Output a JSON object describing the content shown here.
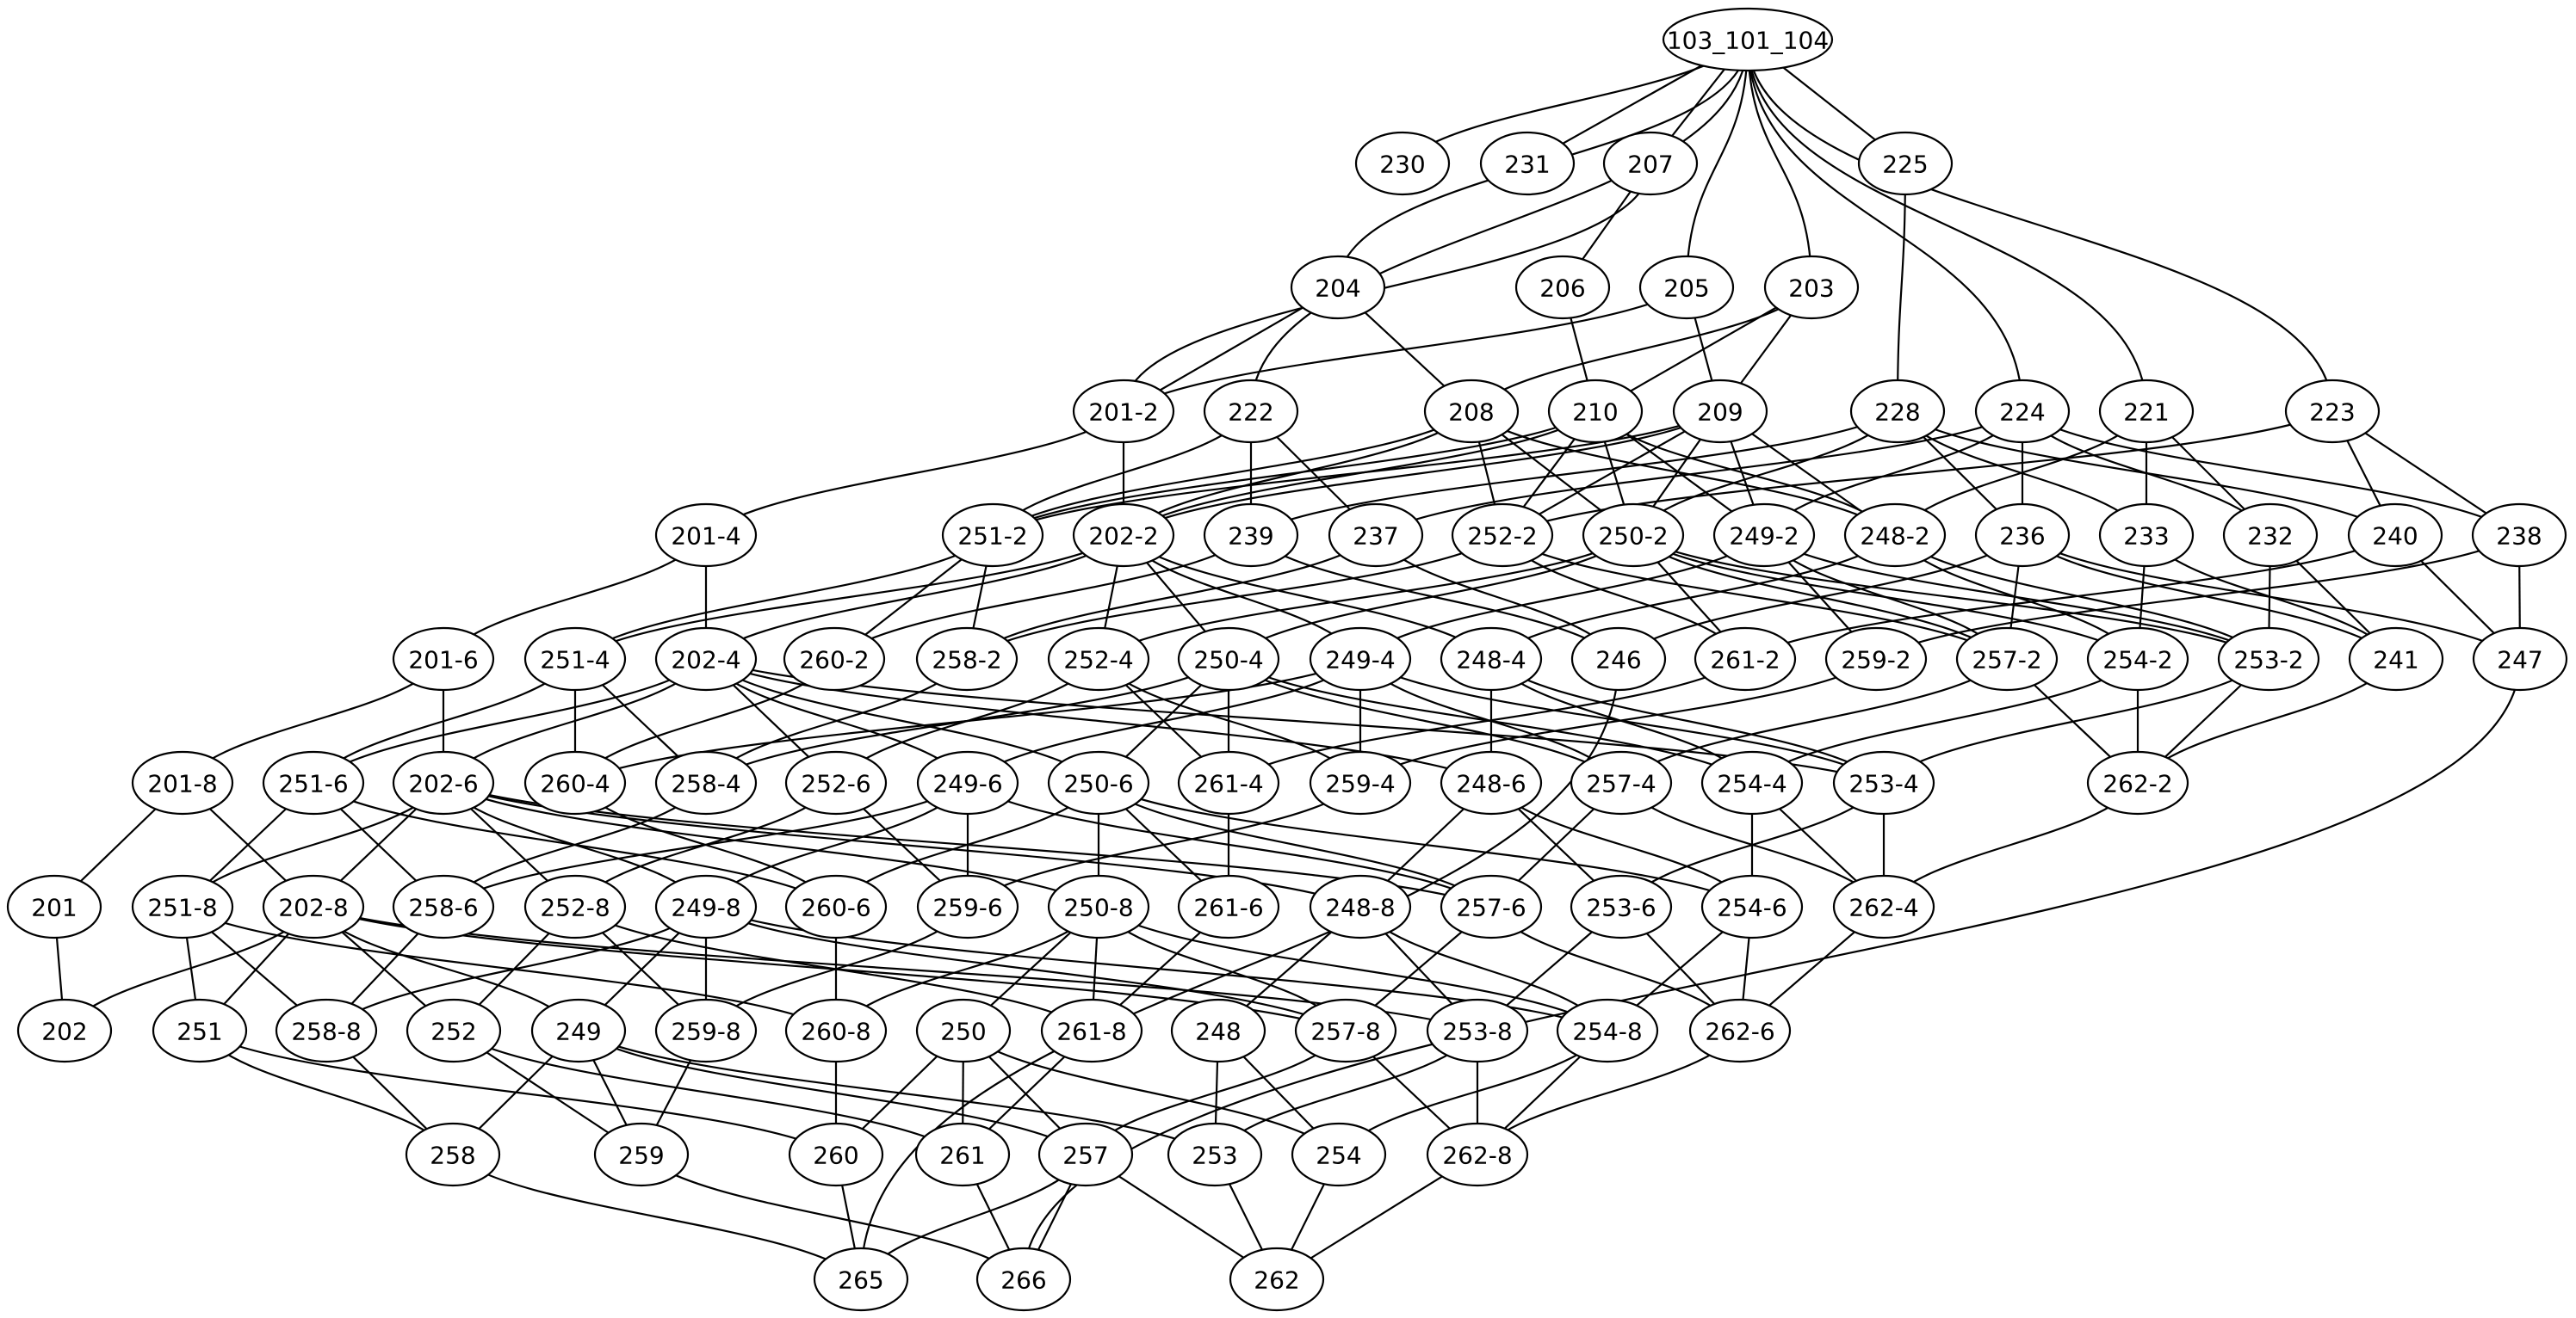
{
  "graph": {
    "nodes": [
      "103_101_104",
      "230",
      "231",
      "207",
      "225",
      "204",
      "206",
      "205",
      "203",
      "201-2",
      "222",
      "208",
      "210",
      "209",
      "228",
      "224",
      "221",
      "223",
      "201-4",
      "251-2",
      "202-2",
      "239",
      "237",
      "252-2",
      "250-2",
      "249-2",
      "248-2",
      "236",
      "233",
      "232",
      "240",
      "238",
      "201-6",
      "251-4",
      "202-4",
      "260-2",
      "258-2",
      "252-4",
      "250-4",
      "249-4",
      "248-4",
      "246",
      "261-2",
      "259-2",
      "257-2",
      "254-2",
      "253-2",
      "241",
      "247",
      "201-8",
      "251-6",
      "202-6",
      "260-4",
      "258-4",
      "252-6",
      "249-6",
      "250-6",
      "261-4",
      "259-4",
      "248-6",
      "257-4",
      "254-4",
      "253-4",
      "262-2",
      "201",
      "251-8",
      "202-8",
      "258-6",
      "252-8",
      "249-8",
      "260-6",
      "259-6",
      "250-8",
      "261-6",
      "248-8",
      "257-6",
      "253-6",
      "254-6",
      "262-4",
      "202",
      "251",
      "258-8",
      "252",
      "249",
      "259-8",
      "260-8",
      "250",
      "261-8",
      "248",
      "257-8",
      "253-8",
      "254-8",
      "262-6",
      "258",
      "259",
      "260",
      "261",
      "257",
      "253",
      "254",
      "262-8",
      "265",
      "266",
      "262"
    ],
    "edges": [
      [
        "103_101_104",
        "230"
      ],
      [
        "103_101_104",
        "231"
      ],
      [
        "103_101_104",
        "207"
      ],
      [
        "103_101_104",
        "225"
      ],
      [
        "103_101_104",
        "204"
      ],
      [
        "103_101_104",
        "222"
      ],
      [
        "103_101_104",
        "205"
      ],
      [
        "103_101_104",
        "203"
      ],
      [
        "103_101_104",
        "224"
      ],
      [
        "103_101_104",
        "221"
      ],
      [
        "103_101_104",
        "223"
      ],
      [
        "207",
        "201-2"
      ],
      [
        "207",
        "206"
      ],
      [
        "204",
        "201-2"
      ],
      [
        "204",
        "208"
      ],
      [
        "206",
        "210"
      ],
      [
        "205",
        "201-2"
      ],
      [
        "205",
        "209"
      ],
      [
        "203",
        "208"
      ],
      [
        "203",
        "210"
      ],
      [
        "203",
        "209"
      ],
      [
        "225",
        "228"
      ],
      [
        "201-2",
        "201-4"
      ],
      [
        "201-2",
        "202-2"
      ],
      [
        "222",
        "251-2"
      ],
      [
        "222",
        "239"
      ],
      [
        "222",
        "237"
      ],
      [
        "208",
        "251-2"
      ],
      [
        "208",
        "202-2"
      ],
      [
        "208",
        "252-2"
      ],
      [
        "208",
        "250-2"
      ],
      [
        "208",
        "248-2"
      ],
      [
        "210",
        "251-2"
      ],
      [
        "210",
        "202-2"
      ],
      [
        "210",
        "252-2"
      ],
      [
        "210",
        "250-2"
      ],
      [
        "210",
        "249-2"
      ],
      [
        "210",
        "248-2"
      ],
      [
        "209",
        "251-2"
      ],
      [
        "209",
        "202-2"
      ],
      [
        "209",
        "252-2"
      ],
      [
        "209",
        "250-2"
      ],
      [
        "209",
        "249-2"
      ],
      [
        "209",
        "248-2"
      ],
      [
        "228",
        "239"
      ],
      [
        "228",
        "250-2"
      ],
      [
        "228",
        "236"
      ],
      [
        "228",
        "233"
      ],
      [
        "228",
        "240"
      ],
      [
        "224",
        "237"
      ],
      [
        "224",
        "249-2"
      ],
      [
        "224",
        "236"
      ],
      [
        "224",
        "232"
      ],
      [
        "224",
        "238"
      ],
      [
        "221",
        "248-2"
      ],
      [
        "221",
        "233"
      ],
      [
        "221",
        "232"
      ],
      [
        "223",
        "252-2"
      ],
      [
        "223",
        "240"
      ],
      [
        "223",
        "238"
      ],
      [
        "201-4",
        "201-6"
      ],
      [
        "201-4",
        "202-4"
      ],
      [
        "251-2",
        "251-4"
      ],
      [
        "251-2",
        "260-2"
      ],
      [
        "251-2",
        "258-2"
      ],
      [
        "202-2",
        "251-4"
      ],
      [
        "202-2",
        "202-4"
      ],
      [
        "202-2",
        "252-4"
      ],
      [
        "202-2",
        "250-4"
      ],
      [
        "202-2",
        "249-4"
      ],
      [
        "202-2",
        "248-4"
      ],
      [
        "239",
        "260-2"
      ],
      [
        "239",
        "246"
      ],
      [
        "237",
        "258-2"
      ],
      [
        "237",
        "246"
      ],
      [
        "252-2",
        "258-2"
      ],
      [
        "252-2",
        "261-2"
      ],
      [
        "252-2",
        "257-2"
      ],
      [
        "250-2",
        "252-4"
      ],
      [
        "250-2",
        "250-4"
      ],
      [
        "250-2",
        "261-2"
      ],
      [
        "250-2",
        "257-2"
      ],
      [
        "250-2",
        "254-2"
      ],
      [
        "250-2",
        "253-2"
      ],
      [
        "249-2",
        "249-4"
      ],
      [
        "249-2",
        "259-2"
      ],
      [
        "249-2",
        "257-2"
      ],
      [
        "249-2",
        "253-2"
      ],
      [
        "248-2",
        "248-4"
      ],
      [
        "248-2",
        "254-2"
      ],
      [
        "248-2",
        "253-2"
      ],
      [
        "236",
        "246"
      ],
      [
        "236",
        "257-2"
      ],
      [
        "236",
        "241"
      ],
      [
        "236",
        "247"
      ],
      [
        "233",
        "254-2"
      ],
      [
        "233",
        "241"
      ],
      [
        "232",
        "253-2"
      ],
      [
        "232",
        "241"
      ],
      [
        "240",
        "261-2"
      ],
      [
        "240",
        "247"
      ],
      [
        "238",
        "259-2"
      ],
      [
        "238",
        "247"
      ],
      [
        "246",
        "265"
      ],
      [
        "247",
        "266"
      ],
      [
        "201-6",
        "201-8"
      ],
      [
        "201-6",
        "202-6"
      ],
      [
        "251-4",
        "251-6"
      ],
      [
        "251-4",
        "260-4"
      ],
      [
        "251-4",
        "258-4"
      ],
      [
        "202-4",
        "251-6"
      ],
      [
        "202-4",
        "202-6"
      ],
      [
        "202-4",
        "252-6"
      ],
      [
        "202-4",
        "249-6"
      ],
      [
        "202-4",
        "250-6"
      ],
      [
        "202-4",
        "248-6"
      ],
      [
        "202-4",
        "253-4"
      ],
      [
        "260-2",
        "260-4"
      ],
      [
        "258-2",
        "258-4"
      ],
      [
        "252-4",
        "252-6"
      ],
      [
        "252-4",
        "261-4"
      ],
      [
        "252-4",
        "259-4"
      ],
      [
        "250-4",
        "258-4"
      ],
      [
        "250-4",
        "250-6"
      ],
      [
        "250-4",
        "261-4"
      ],
      [
        "250-4",
        "257-4"
      ],
      [
        "250-4",
        "254-4"
      ],
      [
        "249-4",
        "260-4"
      ],
      [
        "249-4",
        "249-6"
      ],
      [
        "249-4",
        "259-4"
      ],
      [
        "249-4",
        "257-4"
      ],
      [
        "249-4",
        "253-4"
      ],
      [
        "248-4",
        "248-6"
      ],
      [
        "248-4",
        "254-4"
      ],
      [
        "248-4",
        "253-4"
      ],
      [
        "261-2",
        "261-4"
      ],
      [
        "259-2",
        "259-4"
      ],
      [
        "257-2",
        "257-4"
      ],
      [
        "257-2",
        "262-2"
      ],
      [
        "254-2",
        "254-4"
      ],
      [
        "254-2",
        "262-2"
      ],
      [
        "253-2",
        "253-4"
      ],
      [
        "253-2",
        "262-2"
      ],
      [
        "241",
        "262-2"
      ],
      [
        "201-8",
        "201"
      ],
      [
        "201-8",
        "202-8"
      ],
      [
        "251-6",
        "251-8"
      ],
      [
        "251-6",
        "258-6"
      ],
      [
        "251-6",
        "260-6"
      ],
      [
        "202-6",
        "251-8"
      ],
      [
        "202-6",
        "202-8"
      ],
      [
        "202-6",
        "252-8"
      ],
      [
        "202-6",
        "249-8"
      ],
      [
        "202-6",
        "250-8"
      ],
      [
        "202-6",
        "248-8"
      ],
      [
        "202-6",
        "257-6"
      ],
      [
        "260-4",
        "260-6"
      ],
      [
        "258-4",
        "258-6"
      ],
      [
        "252-6",
        "252-8"
      ],
      [
        "252-6",
        "259-6"
      ],
      [
        "249-6",
        "258-6"
      ],
      [
        "249-6",
        "249-8"
      ],
      [
        "249-6",
        "259-6"
      ],
      [
        "249-6",
        "257-6"
      ],
      [
        "250-6",
        "260-6"
      ],
      [
        "250-6",
        "250-8"
      ],
      [
        "250-6",
        "261-6"
      ],
      [
        "250-6",
        "257-6"
      ],
      [
        "250-6",
        "254-6"
      ],
      [
        "261-4",
        "261-6"
      ],
      [
        "259-4",
        "259-6"
      ],
      [
        "248-6",
        "248-8"
      ],
      [
        "248-6",
        "253-6"
      ],
      [
        "248-6",
        "254-6"
      ],
      [
        "257-4",
        "257-6"
      ],
      [
        "257-4",
        "262-4"
      ],
      [
        "254-4",
        "254-6"
      ],
      [
        "254-4",
        "262-4"
      ],
      [
        "253-4",
        "253-6"
      ],
      [
        "253-4",
        "262-4"
      ],
      [
        "262-2",
        "262-4"
      ],
      [
        "201",
        "202"
      ],
      [
        "251-8",
        "251"
      ],
      [
        "251-8",
        "258-8"
      ],
      [
        "251-8",
        "260-8"
      ],
      [
        "202-8",
        "202"
      ],
      [
        "202-8",
        "251"
      ],
      [
        "202-8",
        "252"
      ],
      [
        "202-8",
        "249"
      ],
      [
        "202-8",
        "257-8"
      ],
      [
        "202-8",
        "253-8"
      ],
      [
        "258-6",
        "258-8"
      ],
      [
        "252-8",
        "252"
      ],
      [
        "252-8",
        "259-8"
      ],
      [
        "252-8",
        "261-8"
      ],
      [
        "249-8",
        "258-8"
      ],
      [
        "249-8",
        "249"
      ],
      [
        "249-8",
        "259-8"
      ],
      [
        "249-8",
        "257-8"
      ],
      [
        "249-8",
        "254-8"
      ],
      [
        "260-6",
        "260-8"
      ],
      [
        "259-6",
        "259-8"
      ],
      [
        "250-8",
        "260-8"
      ],
      [
        "250-8",
        "250"
      ],
      [
        "250-8",
        "261-8"
      ],
      [
        "250-8",
        "257-8"
      ],
      [
        "250-8",
        "254-8"
      ],
      [
        "261-6",
        "261-8"
      ],
      [
        "248-8",
        "248"
      ],
      [
        "248-8",
        "253-8"
      ],
      [
        "248-8",
        "254-8"
      ],
      [
        "257-6",
        "257-8"
      ],
      [
        "257-6",
        "262-6"
      ],
      [
        "253-6",
        "253-8"
      ],
      [
        "253-6",
        "262-6"
      ],
      [
        "254-6",
        "254-8"
      ],
      [
        "254-6",
        "262-6"
      ],
      [
        "262-4",
        "262-6"
      ],
      [
        "251",
        "258"
      ],
      [
        "251",
        "260"
      ],
      [
        "258-8",
        "258"
      ],
      [
        "252",
        "259"
      ],
      [
        "252",
        "261"
      ],
      [
        "249",
        "258"
      ],
      [
        "249",
        "259"
      ],
      [
        "249",
        "257"
      ],
      [
        "249",
        "253"
      ],
      [
        "259-8",
        "259"
      ],
      [
        "260-8",
        "260"
      ],
      [
        "250",
        "260"
      ],
      [
        "250",
        "261"
      ],
      [
        "250",
        "257"
      ],
      [
        "250",
        "254"
      ],
      [
        "261-8",
        "261"
      ],
      [
        "248",
        "253"
      ],
      [
        "248",
        "254"
      ],
      [
        "257-8",
        "257"
      ],
      [
        "257-8",
        "262-8"
      ],
      [
        "253-8",
        "253"
      ],
      [
        "253-8",
        "262-8"
      ],
      [
        "254-8",
        "254"
      ],
      [
        "254-8",
        "262-8"
      ],
      [
        "262-6",
        "262-8"
      ],
      [
        "258",
        "265"
      ],
      [
        "259",
        "266"
      ],
      [
        "260",
        "265"
      ],
      [
        "261",
        "266"
      ],
      [
        "257",
        "265"
      ],
      [
        "257",
        "266"
      ],
      [
        "257",
        "262"
      ],
      [
        "253",
        "262"
      ],
      [
        "254",
        "262"
      ],
      [
        "262-8",
        "262"
      ]
    ]
  }
}
